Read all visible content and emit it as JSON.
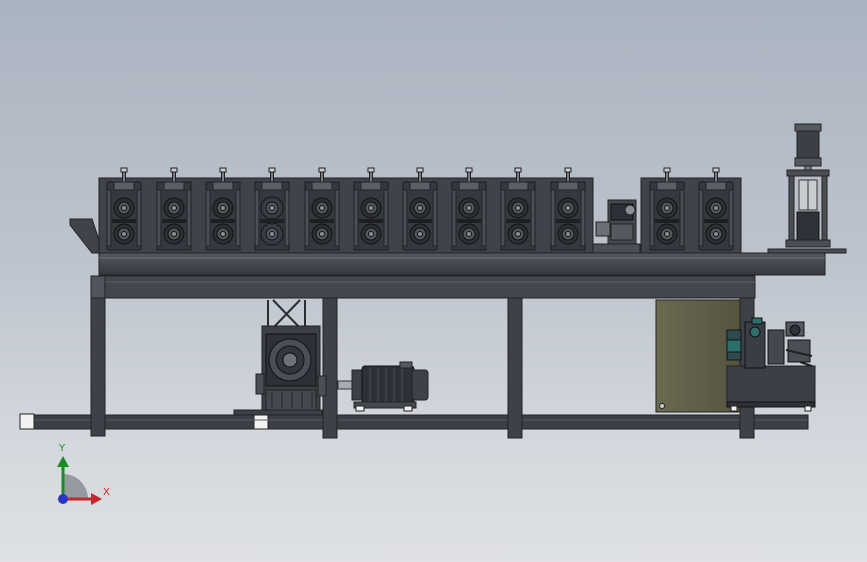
{
  "viewport": {
    "background_top": "#aab3c0",
    "background_bottom": "#dfe1e4"
  },
  "model": {
    "steel_color": "#3f434b",
    "steel_dark": "#2b2e34",
    "steel_light": "#5a5f68",
    "cabinet_color": "#5a5a45",
    "roller_station_count": 12
  },
  "triad": {
    "y_label": "Y",
    "x_label": "X",
    "y_color": "#1d8a2a",
    "x_color": "#c8262a",
    "z_color": "#2a36c8"
  }
}
